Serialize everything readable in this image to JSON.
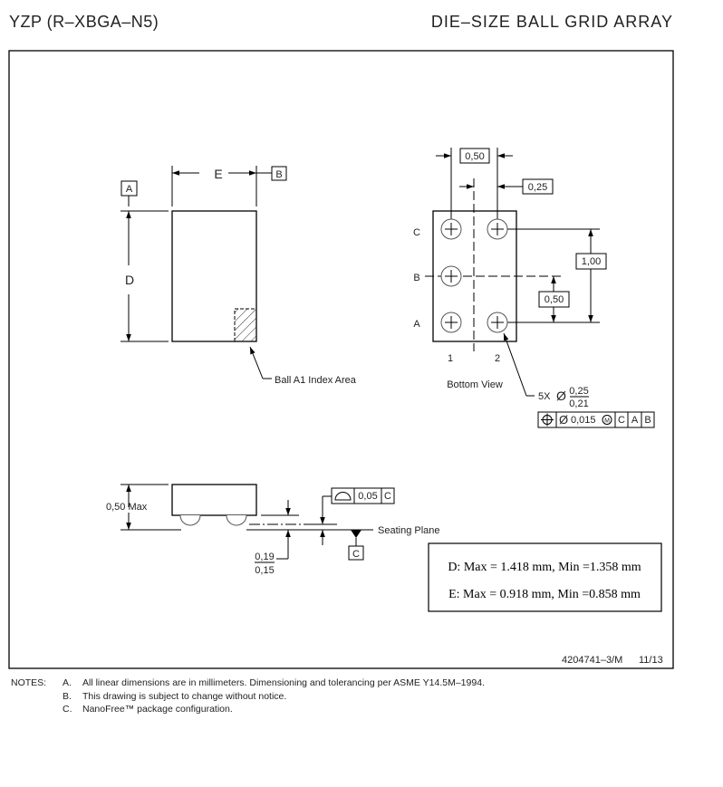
{
  "header": {
    "package_code": "YZP (R–XBGA–N5)",
    "package_type": "DIE–SIZE BALL GRID ARRAY"
  },
  "top_view": {
    "datum_a": "A",
    "datum_b": "B",
    "dim_e": "E",
    "dim_d": "D",
    "index_label": "Ball A1 Index Area"
  },
  "bottom_view": {
    "title": "Bottom View",
    "rows": [
      "C",
      "B",
      "A"
    ],
    "cols": [
      "1",
      "2"
    ],
    "pitch_x": "0,50",
    "offset_x": "0,25",
    "pitch_y_total": "1,00",
    "pitch_y": "0,50",
    "ball_count": "5X",
    "diameter_symbol": "Ø",
    "ball_dia_max": "0,25",
    "ball_dia_min": "0,21",
    "fcf": {
      "position_symbol": "⊕",
      "dia_symbol": "Ø",
      "tolerance": "0,015",
      "modifier": "M",
      "datums": [
        "C",
        "A",
        "B"
      ]
    }
  },
  "side_view": {
    "height_label": "0,50 Max",
    "standoff_max": "0,19",
    "standoff_min": "0,15",
    "flatness_tolerance": "0,05",
    "flatness_datum": "C",
    "seating_plane_label": "Seating Plane",
    "datum_c": "C"
  },
  "dimensions_box": {
    "line_d": "D: Max = 1.418 mm, Min =1.358 mm",
    "line_e": "E: Max =  0.918 mm, Min =0.858 mm"
  },
  "drawing_number": "4204741–3/M",
  "revision_date": "11/13",
  "notes": {
    "label": "NOTES:",
    "items": [
      {
        "letter": "A.",
        "text": "All linear dimensions are in millimeters.  Dimensioning and tolerancing per ASME Y14.5M–1994."
      },
      {
        "letter": "B.",
        "text": "This drawing is subject to change without notice."
      },
      {
        "letter": "C.",
        "text": "NanoFree™ package configuration."
      }
    ]
  }
}
